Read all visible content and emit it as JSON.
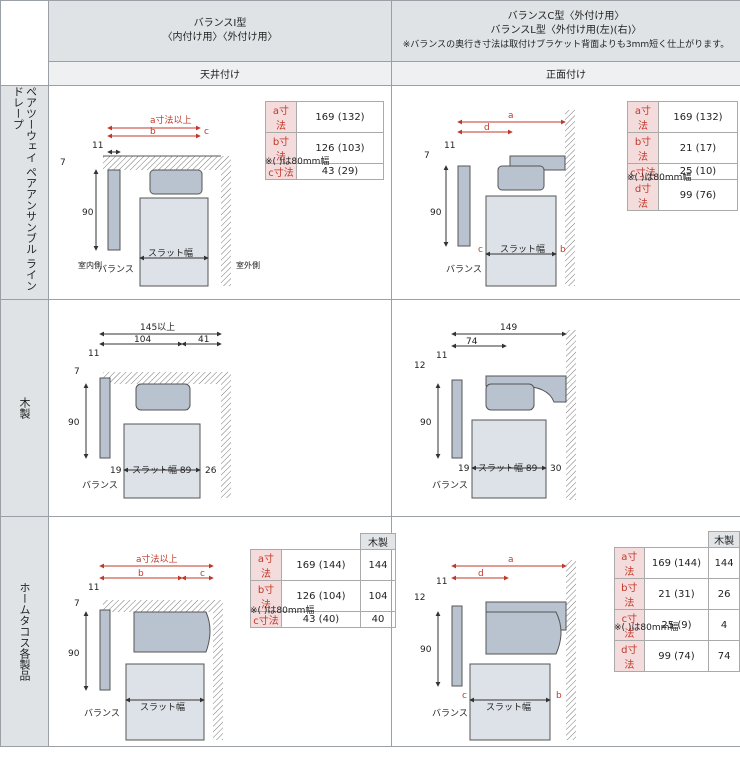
{
  "header": {
    "col1": {
      "line1": "バランスⅠ型",
      "line2": "〈内付け用〉〈外付け用〉"
    },
    "col2": {
      "line1": "バランスC型〈外付け用〉",
      "line2": "バランスL型〈外付け用(左)(右)〉",
      "note": "※バランスの奥行き寸法は取付けブラケット背面よりも3mm短く仕上がります。"
    },
    "sub1": "天井付け",
    "sub2": "正面付け"
  },
  "rows": [
    {
      "label": "ペアツーウェイ ペアアンサンブル ラインドレープ"
    },
    {
      "label": "木製"
    },
    {
      "label": "ホームタコス各製品"
    }
  ],
  "diagram": {
    "a_min": "a寸法以上",
    "a": "a",
    "b": "b",
    "c": "c",
    "d": "d",
    "slat": "スラット幅",
    "slat89": "スラット幅 89",
    "valance": "バランス",
    "indoor": "室内側",
    "outdoor": "室外側",
    "n7": "7",
    "n11": "11",
    "n12": "12",
    "n90": "90",
    "n19": "19",
    "n26": "26",
    "n30": "30",
    "n145": "145以上",
    "n104": "104",
    "n41": "41",
    "n149": "149",
    "n74": "74"
  },
  "tables": {
    "t1": {
      "rows": [
        {
          "k": "a寸法",
          "v": "169 (132)"
        },
        {
          "k": "b寸法",
          "v": "126 (103)"
        },
        {
          "k": "c寸法",
          "v": "43 (29)"
        }
      ],
      "note": "※(  )は80mm幅"
    },
    "t2": {
      "rows": [
        {
          "k": "a寸法",
          "v": "169 (132)"
        },
        {
          "k": "b寸法",
          "v": "21 (17)"
        },
        {
          "k": "c寸法",
          "v": "25 (10)"
        },
        {
          "k": "d寸法",
          "v": "99 (76)"
        }
      ],
      "note": "※(  )は80mm幅"
    },
    "t5": {
      "head": "木製",
      "rows": [
        {
          "k": "a寸法",
          "v": "169 (144)",
          "w": "144"
        },
        {
          "k": "b寸法",
          "v": "126 (104)",
          "w": "104"
        },
        {
          "k": "c寸法",
          "v": "43 (40)",
          "w": "40"
        }
      ],
      "note": "※(  )は80mm幅"
    },
    "t6": {
      "head": "木製",
      "rows": [
        {
          "k": "a寸法",
          "v": "169 (144)",
          "w": "144"
        },
        {
          "k": "b寸法",
          "v": "21 (31)",
          "w": "26"
        },
        {
          "k": "c寸法",
          "v": "25 (9)",
          "w": "4"
        },
        {
          "k": "d寸法",
          "v": "99 (74)",
          "w": "74"
        }
      ],
      "note": "※(  )は80mm幅"
    }
  },
  "colors": {
    "accent": "#c0392b",
    "header_bg": "#dfe3e6",
    "part_fill": "#b9c3cf",
    "wall": "#555555"
  }
}
